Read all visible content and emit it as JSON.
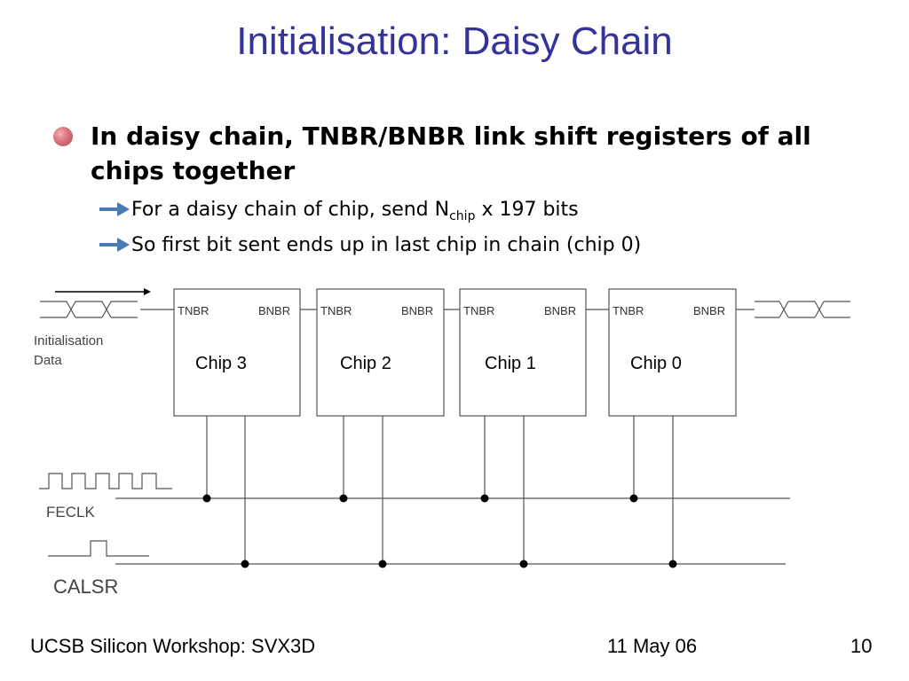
{
  "slide": {
    "title": "Initialisation: Daisy Chain",
    "bullet": "In daisy chain, TNBR/BNBR link shift registers of all chips together",
    "sub_bullets": [
      {
        "prefix": "For a daisy chain of chip, send N",
        "subscript": "chip",
        "suffix": " x 197 bits"
      },
      {
        "prefix": "So first bit sent ends up in last chip in chain (chip 0)"
      }
    ]
  },
  "diagram": {
    "input_label_line1": "Initialisation",
    "input_label_line2": "Data",
    "chips": [
      {
        "name": "Chip 3",
        "left_port": "TNBR",
        "right_port": "BNBR"
      },
      {
        "name": "Chip 2",
        "left_port": "TNBR",
        "right_port": "BNBR"
      },
      {
        "name": "Chip 1",
        "left_port": "TNBR",
        "right_port": "BNBR"
      },
      {
        "name": "Chip 0",
        "left_port": "TNBR",
        "right_port": "BNBR"
      }
    ],
    "clock_label": "FECLK",
    "cal_label": "CALSR"
  },
  "footer": {
    "left": "UCSB Silicon Workshop: SVX3D",
    "center": "11 May 06",
    "page": "10"
  },
  "colors": {
    "title": "#333399",
    "bullet": "#c95a65",
    "arrow": "#4a7ab5"
  }
}
